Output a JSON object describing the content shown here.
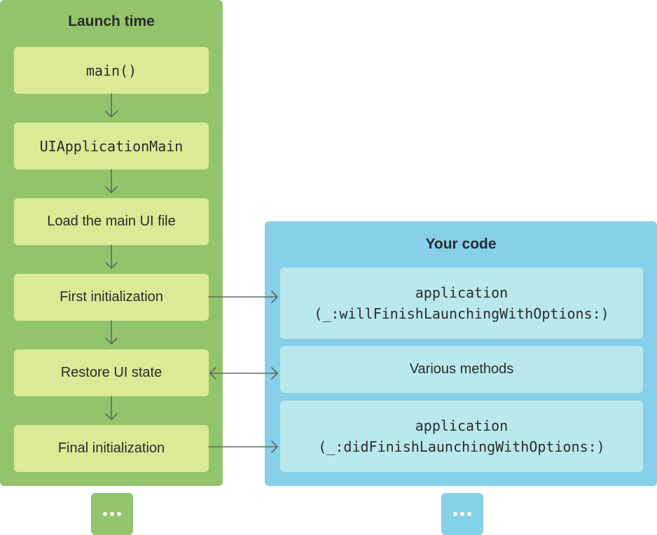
{
  "launch_time": {
    "title": "Launch time",
    "steps": [
      {
        "label": "main()",
        "mono": true
      },
      {
        "label": "UIApplicationMain",
        "mono": true
      },
      {
        "label": "Load the main UI file",
        "mono": false
      },
      {
        "label": "First initialization",
        "mono": false
      },
      {
        "label": "Restore UI state",
        "mono": false
      },
      {
        "label": "Final initialization",
        "mono": false
      }
    ]
  },
  "your_code": {
    "title": "Your code",
    "items": [
      {
        "line1": "application",
        "line2": "(_:willFinishLaunchingWithOptions:)"
      },
      {
        "label": "Various methods"
      },
      {
        "line1": "application",
        "line2": "(_:didFinishLaunchingWithOptions:)"
      }
    ]
  },
  "colors": {
    "launch_panel": "#92c46b",
    "launch_box": "#daea96",
    "code_panel": "#86d0ea",
    "code_box": "#b9e9ec",
    "arrow": "#5e6b5a"
  },
  "icons": {
    "more": "ellipsis-icon"
  }
}
